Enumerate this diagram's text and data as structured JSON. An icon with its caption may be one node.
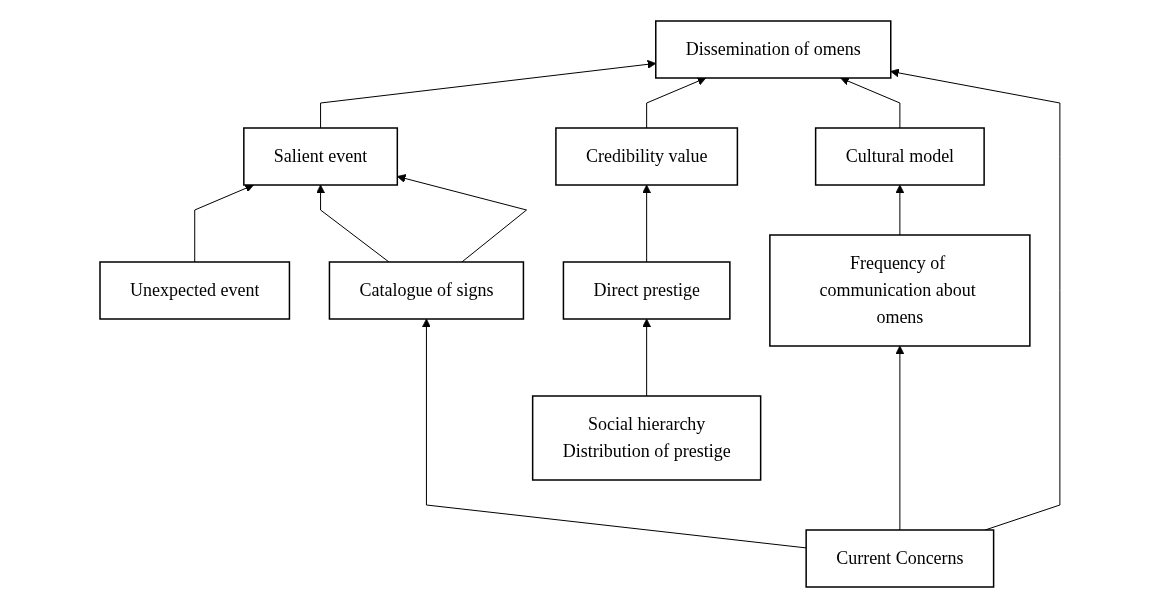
{
  "diagram": {
    "nodes": [
      {
        "text": [
          "Dissemination of omens"
        ]
      },
      {
        "text": [
          "Salient event"
        ]
      },
      {
        "text": [
          "Credibility value"
        ]
      },
      {
        "text": [
          "Cultural model"
        ]
      },
      {
        "text": [
          "Unexpected event"
        ]
      },
      {
        "text": [
          "Catalogue of signs"
        ]
      },
      {
        "text": [
          "Current Concerns"
        ]
      },
      {
        "text": [
          "Direct prestige"
        ]
      },
      {
        "text": [
          "Frequency of communication about omens"
        ]
      },
      {
        "text": [
          "Social hierarchy",
          "Distribution of prestige"
        ]
      }
    ],
    "edges": [
      {
        "from": 1,
        "to": 0,
        "arrow": "to"
      },
      {
        "from": 4,
        "to": 1,
        "arrow": "to"
      },
      {
        "from": 5,
        "to": 1,
        "arrow": "to"
      },
      {
        "from": 5,
        "to": 1,
        "arrow": "to"
      },
      {
        "from": 6,
        "to": 5,
        "arrow": "to"
      },
      {
        "from": 2,
        "to": 0,
        "arrow": "to"
      },
      {
        "from": 7,
        "to": 2,
        "arrow": "to"
      },
      {
        "from": 9,
        "to": 7,
        "arrow": "to"
      },
      {
        "from": 8,
        "to": 3,
        "arrow": "to"
      },
      {
        "from": 3,
        "to": 0,
        "arrow": "to"
      },
      {
        "from": 6,
        "to": 0,
        "arrow": "to"
      },
      {
        "from": 6,
        "to": 8,
        "arrow": "to"
      }
    ]
  }
}
